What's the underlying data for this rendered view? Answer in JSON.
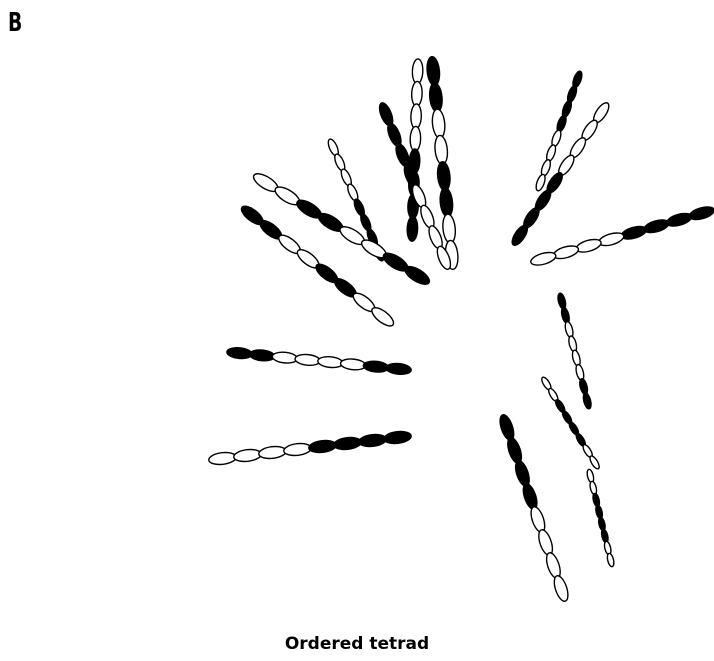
{
  "panel_label": "B",
  "caption": "Ordered tetrad",
  "colors": {
    "dark_spore": "#000000",
    "light_spore": "#ffffff",
    "outline": "#000000"
  },
  "asci": [
    {
      "id": 1,
      "pattern": [
        "dark",
        "dark",
        "dark",
        "dark",
        "light",
        "light",
        "light",
        "light"
      ]
    },
    {
      "id": 2,
      "pattern": [
        "light",
        "light",
        "light",
        "light",
        "dark",
        "dark",
        "dark",
        "dark"
      ]
    },
    {
      "id": 3,
      "pattern": [
        "dark",
        "dark",
        "dark",
        "dark",
        "light",
        "light",
        "light",
        "light"
      ]
    },
    {
      "id": 4,
      "pattern": [
        "light",
        "light",
        "light",
        "light",
        "dark",
        "dark",
        "dark",
        "dark"
      ]
    },
    {
      "id": 5,
      "pattern": [
        "dark",
        "dark",
        "light",
        "light",
        "dark",
        "dark",
        "light",
        "light"
      ]
    },
    {
      "id": 6,
      "pattern": [
        "dark",
        "dark",
        "dark",
        "dark",
        "light",
        "light",
        "light",
        "light"
      ]
    },
    {
      "id": 7,
      "pattern": [
        "light",
        "light",
        "light",
        "light",
        "dark",
        "dark",
        "dark",
        "dark"
      ]
    },
    {
      "id": 8,
      "pattern": [
        "light",
        "light",
        "dark",
        "dark",
        "light",
        "light",
        "dark",
        "dark"
      ]
    },
    {
      "id": 9,
      "pattern": [
        "dark",
        "dark",
        "light",
        "light",
        "dark",
        "dark",
        "light",
        "light"
      ]
    },
    {
      "id": 10,
      "pattern": [
        "dark",
        "dark",
        "light",
        "light",
        "light",
        "light",
        "dark",
        "dark"
      ]
    },
    {
      "id": 11,
      "pattern": [
        "light",
        "light",
        "dark",
        "dark",
        "dark",
        "dark",
        "light",
        "light"
      ]
    },
    {
      "id": 12,
      "pattern": [
        "dark",
        "dark",
        "dark",
        "dark",
        "light",
        "light",
        "light",
        "light"
      ]
    },
    {
      "id": 13,
      "pattern": [
        "light",
        "light",
        "dark",
        "dark",
        "dark",
        "dark",
        "light",
        "light"
      ]
    },
    {
      "id": 14,
      "pattern": [
        "dark",
        "dark",
        "light",
        "light",
        "light",
        "light",
        "dark",
        "dark"
      ]
    },
    {
      "id": 15,
      "pattern": [
        "light",
        "light",
        "light",
        "light",
        "dark",
        "dark",
        "dark",
        "dark"
      ]
    }
  ]
}
